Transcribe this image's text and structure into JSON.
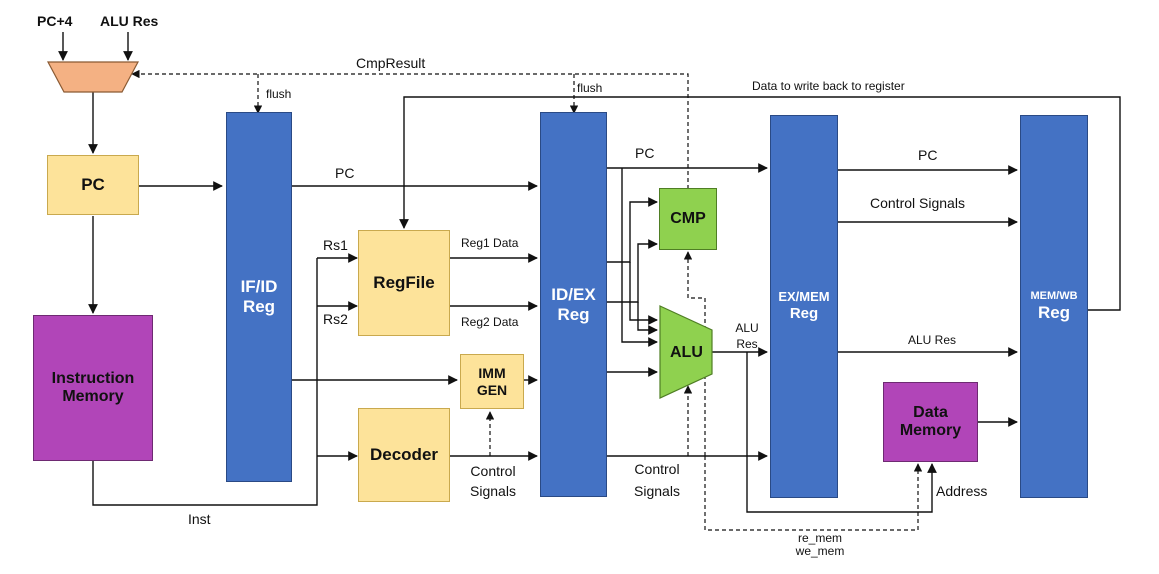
{
  "inputs": {
    "pc_plus_4": "PC+4",
    "alu_res": "ALU Res"
  },
  "blocks": {
    "pc": "PC",
    "instruction_memory": [
      "Instruction",
      "Memory"
    ],
    "if_id": [
      "IF/ID",
      "Reg"
    ],
    "regfile": "RegFile",
    "imm_gen": [
      "IMM",
      "GEN"
    ],
    "decoder": "Decoder",
    "id_ex": [
      "ID/EX",
      "Reg"
    ],
    "cmp": "CMP",
    "alu": "ALU",
    "ex_mem": [
      "EX/MEM",
      "Reg"
    ],
    "data_memory": [
      "Data",
      "Memory"
    ],
    "mem_wb": [
      "MEM/WB",
      "Reg"
    ]
  },
  "labels": {
    "cmp_result": "CmpResult",
    "flush_1": "flush",
    "flush_2": "flush",
    "writeback": "Data to write back to register",
    "pc_1": "PC",
    "pc_2": "PC",
    "pc_3": "PC",
    "rs1": "Rs1",
    "rs2": "Rs2",
    "reg1_data": "Reg1 Data",
    "reg2_data": "Reg2 Data",
    "control_signals_1": [
      "Control",
      "Signals"
    ],
    "control_signals_2": [
      "Control",
      "Signals"
    ],
    "control_signals_3": "Control Signals",
    "alu_res_1": [
      "ALU",
      "Res"
    ],
    "alu_res_2": "ALU Res",
    "address": "Address",
    "inst": "Inst",
    "re_mem": "re_mem",
    "we_mem": "we_mem"
  },
  "colors": {
    "yellow": "#fde39a",
    "purple": "#b145b8",
    "blue": "#4472c4",
    "green": "#8fd14f",
    "mux": "#f4b183"
  }
}
